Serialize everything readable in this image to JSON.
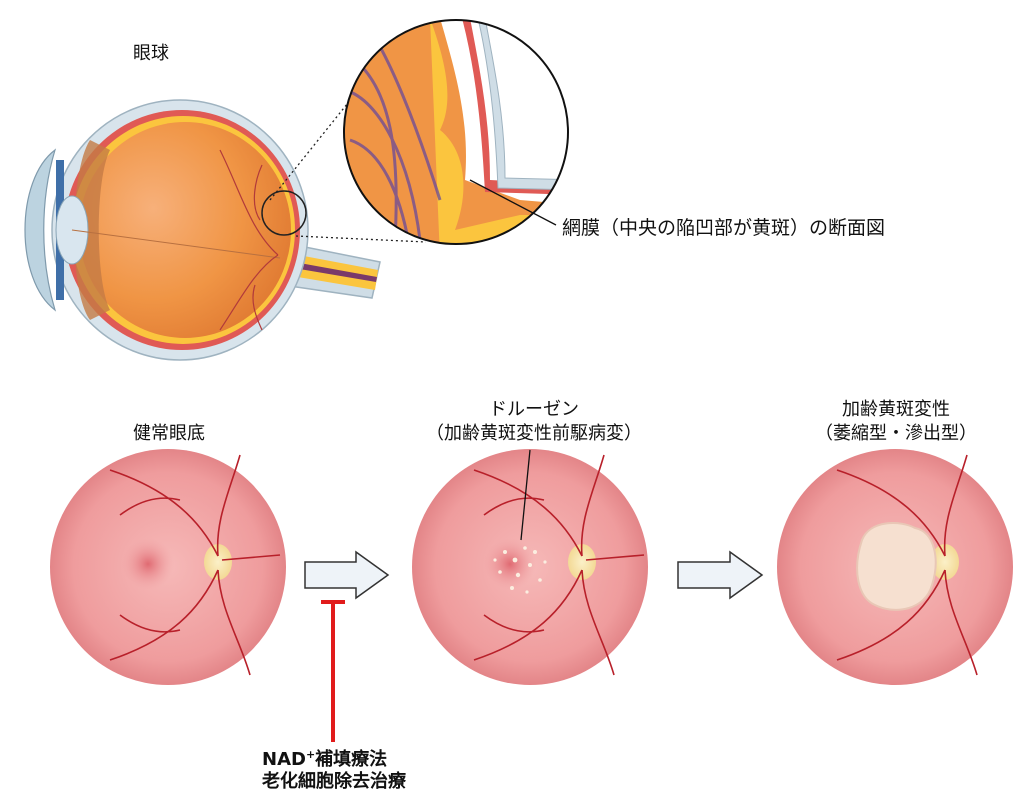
{
  "eyeball": {
    "label": "眼球"
  },
  "retina_callout": {
    "label": "網膜（中央の陥凹部が黄斑）の断面図"
  },
  "stages": [
    {
      "label": "健常眼底"
    },
    {
      "label_line1": "ドルーゼン",
      "label_line2": "（加齢黄斑変性前駆病変）"
    },
    {
      "label_line1": "加齢黄斑変性",
      "label_line2": "（萎縮型・滲出型）"
    }
  ],
  "treatment": {
    "line1_main": "NAD",
    "line1_sup": "+",
    "line1_rest": "補填療法",
    "line2": "老化細胞除去治療"
  },
  "colors": {
    "sclera": "#cfdde6",
    "choroid": "#e8806a",
    "vitreous": "#f09545",
    "retina_yellow": "#fbc53e",
    "fundus": "#f2a3a4",
    "vessel": "#b8202a",
    "optic_disc": "#f7e6a8",
    "inhibit": "#e11b1b"
  }
}
